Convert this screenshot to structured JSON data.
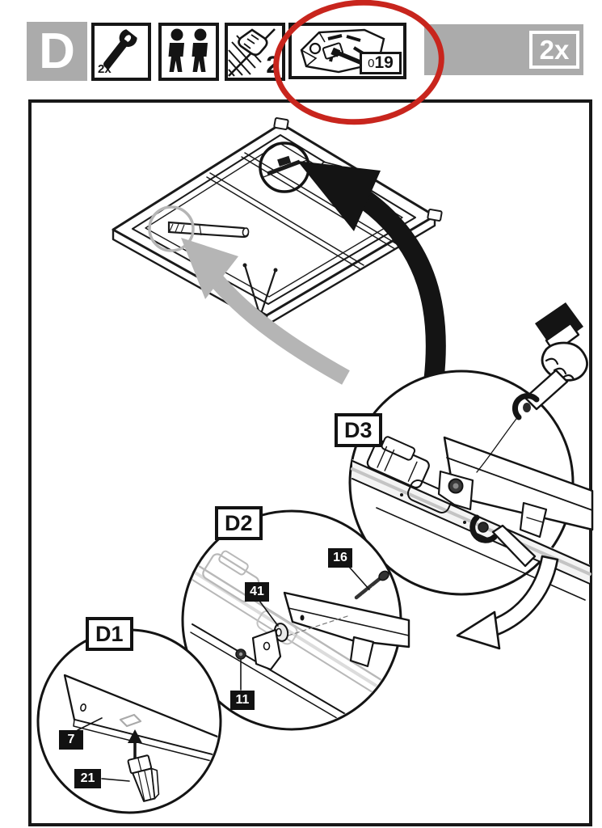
{
  "header": {
    "step_letter": "D",
    "wrench_icon_qty": "2x",
    "page_flip_number": "2",
    "parts_bag_code": {
      "prefix": "0",
      "number": "19"
    },
    "assembly_qty": "2x"
  },
  "callouts": {
    "d1": {
      "label": "D1"
    },
    "d2": {
      "label": "D2"
    },
    "d3": {
      "label": "D3"
    }
  },
  "part_labels": {
    "panel": "7",
    "clip": "21",
    "nut": "11",
    "washer": "41",
    "bolt": "16"
  },
  "colors": {
    "annotation_red": "#c8251d",
    "header_gray": "#ababab",
    "arrow_gray": "#b5b5b5",
    "line_black": "#141414"
  }
}
